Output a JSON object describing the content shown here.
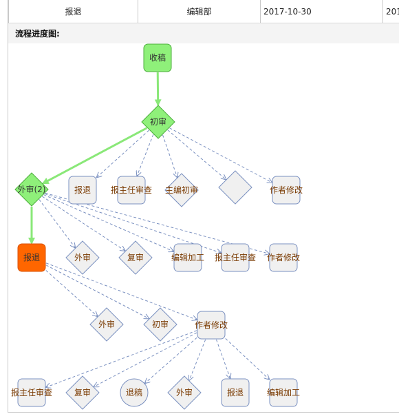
{
  "table": {
    "row": [
      "报退",
      "编辑部",
      "2017-10-30",
      "201"
    ]
  },
  "section_title": "流程进度图:",
  "nodes": [
    {
      "id": "n0",
      "label": "收稿",
      "shape": "rect",
      "status": "done"
    },
    {
      "id": "n1",
      "label": "初审",
      "shape": "diamond",
      "status": "done"
    },
    {
      "id": "n2",
      "label": "外审(2)",
      "shape": "diamond",
      "status": "done"
    },
    {
      "id": "n3",
      "label": "报退",
      "shape": "rect",
      "status": "pending"
    },
    {
      "id": "n4",
      "label": "报主任审查",
      "shape": "rect",
      "status": "pending"
    },
    {
      "id": "n5",
      "label": "主编初审",
      "shape": "diamond",
      "status": "pending"
    },
    {
      "id": "n6",
      "label": "",
      "shape": "diamond",
      "status": "pending"
    },
    {
      "id": "n7",
      "label": "作者修改",
      "shape": "rect",
      "status": "pending"
    },
    {
      "id": "n8",
      "label": "报退",
      "shape": "rect",
      "status": "current"
    },
    {
      "id": "n9",
      "label": "外审",
      "shape": "diamond",
      "status": "pending"
    },
    {
      "id": "n10",
      "label": "复审",
      "shape": "diamond",
      "status": "pending"
    },
    {
      "id": "n11",
      "label": "编辑加工",
      "shape": "rect",
      "status": "pending"
    },
    {
      "id": "n12",
      "label": "报主任审查",
      "shape": "rect",
      "status": "pending"
    },
    {
      "id": "n13",
      "label": "作者修改",
      "shape": "rect",
      "status": "pending"
    },
    {
      "id": "n14",
      "label": "外审",
      "shape": "diamond",
      "status": "pending"
    },
    {
      "id": "n15",
      "label": "初审",
      "shape": "diamond",
      "status": "pending"
    },
    {
      "id": "n16",
      "label": "作者修改",
      "shape": "rect",
      "status": "pending"
    },
    {
      "id": "n17",
      "label": "报主任审查",
      "shape": "rect",
      "status": "pending"
    },
    {
      "id": "n18",
      "label": "复审",
      "shape": "diamond",
      "status": "pending"
    },
    {
      "id": "n19",
      "label": "退稿",
      "shape": "circle",
      "status": "pending"
    },
    {
      "id": "n20",
      "label": "外审",
      "shape": "diamond",
      "status": "pending"
    },
    {
      "id": "n21",
      "label": "报退",
      "shape": "rect",
      "status": "pending"
    },
    {
      "id": "n22",
      "label": "编辑加工",
      "shape": "rect",
      "status": "pending"
    }
  ],
  "edges": [
    {
      "from": "n0",
      "to": "n1",
      "taken": true
    },
    {
      "from": "n1",
      "to": "n2",
      "taken": true
    },
    {
      "from": "n1",
      "to": "n3",
      "taken": false
    },
    {
      "from": "n1",
      "to": "n4",
      "taken": false
    },
    {
      "from": "n1",
      "to": "n5",
      "taken": false
    },
    {
      "from": "n1",
      "to": "n6",
      "taken": false
    },
    {
      "from": "n1",
      "to": "n7",
      "taken": false
    },
    {
      "from": "n2",
      "to": "n8",
      "taken": true
    },
    {
      "from": "n2",
      "to": "n9",
      "taken": false
    },
    {
      "from": "n2",
      "to": "n10",
      "taken": false
    },
    {
      "from": "n2",
      "to": "n11",
      "taken": false
    },
    {
      "from": "n2",
      "to": "n12",
      "taken": false
    },
    {
      "from": "n2",
      "to": "n13",
      "taken": false
    },
    {
      "from": "n8",
      "to": "n14",
      "taken": false
    },
    {
      "from": "n8",
      "to": "n15",
      "taken": false
    },
    {
      "from": "n8",
      "to": "n16",
      "taken": false
    },
    {
      "from": "n16",
      "to": "n17",
      "taken": false
    },
    {
      "from": "n16",
      "to": "n18",
      "taken": false
    },
    {
      "from": "n16",
      "to": "n19",
      "taken": false
    },
    {
      "from": "n16",
      "to": "n20",
      "taken": false
    },
    {
      "from": "n16",
      "to": "n21",
      "taken": false
    },
    {
      "from": "n16",
      "to": "n22",
      "taken": false
    }
  ],
  "colors": {
    "done_fill": "#8ff07a",
    "done_stroke": "#4cae3c",
    "current_fill": "#ff6600",
    "current_stroke": "#d85000",
    "pending_fill": "#f0f0f0",
    "pending_stroke": "#7a90c0",
    "taken_edge": "#8ae878",
    "pending_edge": "#7a90c0"
  }
}
